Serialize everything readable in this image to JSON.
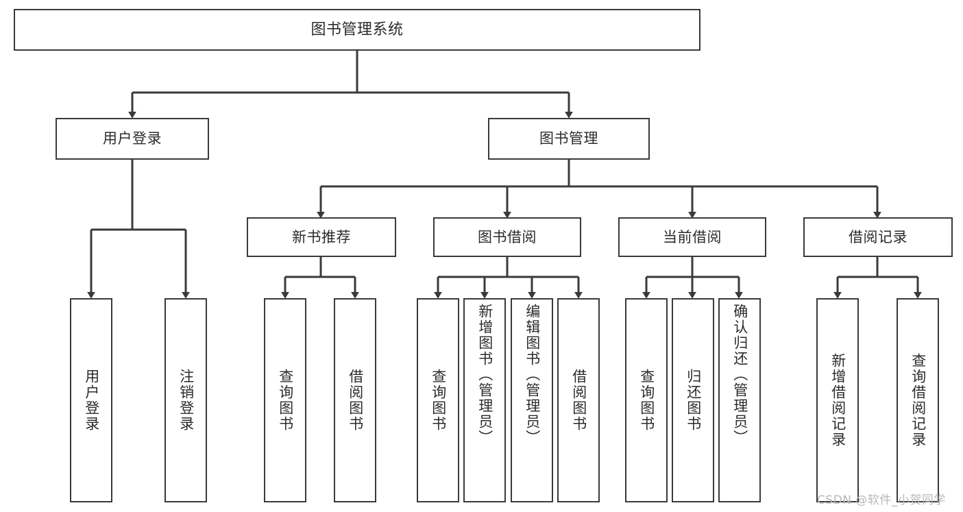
{
  "diagram": {
    "title": "图书管理系统",
    "type": "tree",
    "levels": {
      "root": "图书管理系统",
      "tier2": [
        "用户登录",
        "图书管理"
      ],
      "tier3": [
        "新书推荐",
        "图书借阅",
        "当前借阅",
        "借阅记录"
      ]
    },
    "nodes": {
      "root": {
        "label": "图书管理系统"
      },
      "user_login": {
        "label": "用户登录"
      },
      "book_manage": {
        "label": "图书管理"
      },
      "new_book_rec": {
        "label": "新书推荐"
      },
      "book_borrow": {
        "label": "图书借阅"
      },
      "current_borrow": {
        "label": "当前借阅"
      },
      "borrow_record": {
        "label": "借阅记录"
      },
      "leaf_user_login": {
        "label": "用户登录"
      },
      "leaf_logout": {
        "label": "注销登录"
      },
      "leaf_query_book_a": {
        "label": "查询图书"
      },
      "leaf_borrow_book_a": {
        "label": "借阅图书"
      },
      "leaf_query_book_b": {
        "label": "查询图书"
      },
      "leaf_add_book": {
        "label": "新增图书（管理员）"
      },
      "leaf_edit_book": {
        "label": "编辑图书（管理员）"
      },
      "leaf_borrow_book_b": {
        "label": "借阅图书"
      },
      "leaf_query_book_c": {
        "label": "查询图书"
      },
      "leaf_return_book": {
        "label": "归还图书"
      },
      "leaf_confirm_return": {
        "label": "确认归还（管理员）"
      },
      "leaf_add_record": {
        "label": "新增借阅记录"
      },
      "leaf_query_record": {
        "label": "查询借阅记录"
      }
    },
    "edges": [
      {
        "from": "root",
        "to": "user_login"
      },
      {
        "from": "root",
        "to": "book_manage"
      },
      {
        "from": "user_login",
        "to": "leaf_user_login"
      },
      {
        "from": "user_login",
        "to": "leaf_logout"
      },
      {
        "from": "book_manage",
        "to": "new_book_rec"
      },
      {
        "from": "book_manage",
        "to": "book_borrow"
      },
      {
        "from": "book_manage",
        "to": "current_borrow"
      },
      {
        "from": "book_manage",
        "to": "borrow_record"
      },
      {
        "from": "new_book_rec",
        "to": "leaf_query_book_a"
      },
      {
        "from": "new_book_rec",
        "to": "leaf_borrow_book_a"
      },
      {
        "from": "book_borrow",
        "to": "leaf_query_book_b"
      },
      {
        "from": "book_borrow",
        "to": "leaf_add_book"
      },
      {
        "from": "book_borrow",
        "to": "leaf_edit_book"
      },
      {
        "from": "book_borrow",
        "to": "leaf_borrow_book_b"
      },
      {
        "from": "current_borrow",
        "to": "leaf_query_book_c"
      },
      {
        "from": "current_borrow",
        "to": "leaf_return_book"
      },
      {
        "from": "current_borrow",
        "to": "leaf_confirm_return"
      },
      {
        "from": "borrow_record",
        "to": "leaf_add_record"
      },
      {
        "from": "borrow_record",
        "to": "leaf_query_record"
      }
    ],
    "colors": {
      "box_border": "#3a3a3a",
      "box_fill": "#ffffff",
      "line": "#3a3a3a",
      "text": "#2b2b2b",
      "watermark": "#b8b8b8"
    }
  },
  "watermark": {
    "text": "CSDN @软件_小贺同学"
  }
}
